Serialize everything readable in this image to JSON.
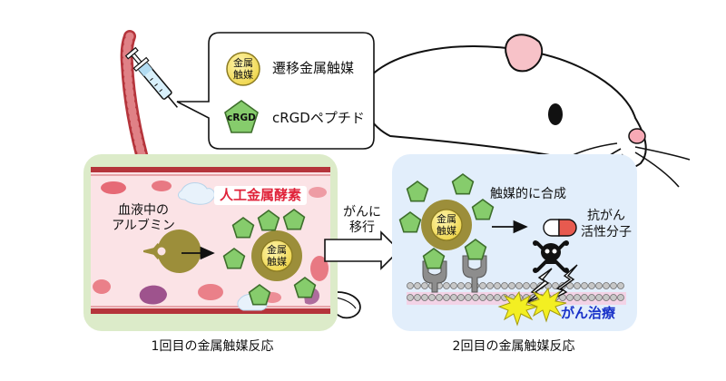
{
  "legend": {
    "catalyst_badge": [
      "金属",
      "触媒"
    ],
    "catalyst_label": "遷移金属触媒",
    "peptide_badge": "cRGD",
    "peptide_label": "cRGDペプチド"
  },
  "left_panel": {
    "albumin_label": [
      "血液中の",
      "アルブミン"
    ],
    "enzyme_title": "人工金属酵素",
    "catalyst_badge": [
      "金属",
      "触媒"
    ],
    "caption": "1回目の金属触媒反応"
  },
  "transfer_label": [
    "がんに",
    "移行"
  ],
  "right_panel": {
    "catalyst_badge": [
      "金属",
      "触媒"
    ],
    "synthesis_label": "触媒的に合成",
    "drug_label": [
      "抗がん",
      "活性分子"
    ],
    "treatment_label": "がん治療",
    "caption": "2回目の金属触媒反応"
  },
  "colors": {
    "left_panel_bg": "#dcebc9",
    "right_panel_bg": "#e2eefb",
    "vessel": "#b5343b",
    "albumin": "#9c8e3a",
    "catalyst": "#f6e36a",
    "peptide": "#86cc6c",
    "enzyme_title": "#e0233a",
    "treatment": "#1a33c9"
  }
}
